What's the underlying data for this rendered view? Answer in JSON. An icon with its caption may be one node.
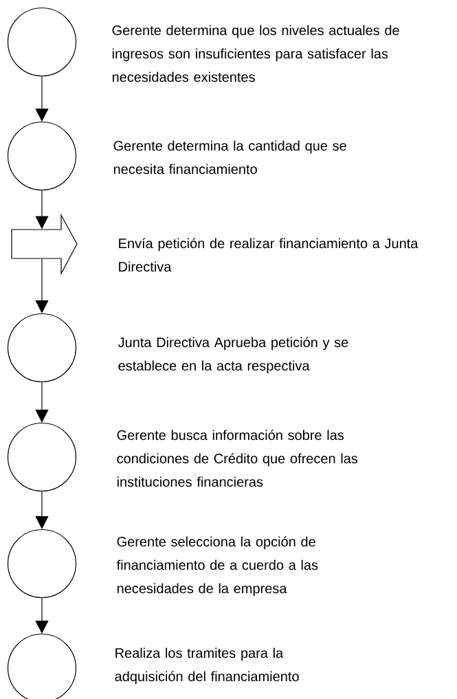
{
  "diagram": {
    "nodes": [
      {
        "text": [],
        "shape": "circle",
        "beside": [
          "Gerente determina que los niveles actuales de ingresos son insuficientes para satisfacer las necesidades existentes"
        ]
      },
      {
        "text": [],
        "shape": "circle",
        "beside": [
          "Gerente determina la cantidad que se necesita financiamiento"
        ]
      },
      {
        "text": [],
        "shape": "arrow",
        "beside": [
          "Envía petición de realizar financiamiento a Junta Directiva"
        ]
      },
      {
        "text": [],
        "shape": "circle",
        "beside": [
          "Junta Directiva Aprueba petición y se establece en la acta respectiva"
        ]
      },
      {
        "text": [],
        "shape": "circle",
        "beside": [
          "Gerente busca información sobre las condiciones de Crédito que ofrecen las instituciones financieras"
        ]
      },
      {
        "text": [],
        "shape": "circle",
        "beside": [
          "Gerente selecciona la opción de financiamiento de a cuerdo a las necesidades de la empresa"
        ]
      },
      {
        "text": [],
        "shape": "circle",
        "beside": [
          "Realiza los tramites para la adquisición del financiamiento"
        ]
      }
    ],
    "edges": [
      {
        "from": 0,
        "to": 1,
        "arrow": "to"
      },
      {
        "from": 1,
        "to": 2,
        "arrow": "to"
      },
      {
        "from": 2,
        "to": 3,
        "arrow": "to"
      },
      {
        "from": 3,
        "to": 4,
        "arrow": "to"
      },
      {
        "from": 4,
        "to": 5,
        "arrow": "to"
      },
      {
        "from": 5,
        "to": 6,
        "arrow": "to"
      }
    ]
  }
}
